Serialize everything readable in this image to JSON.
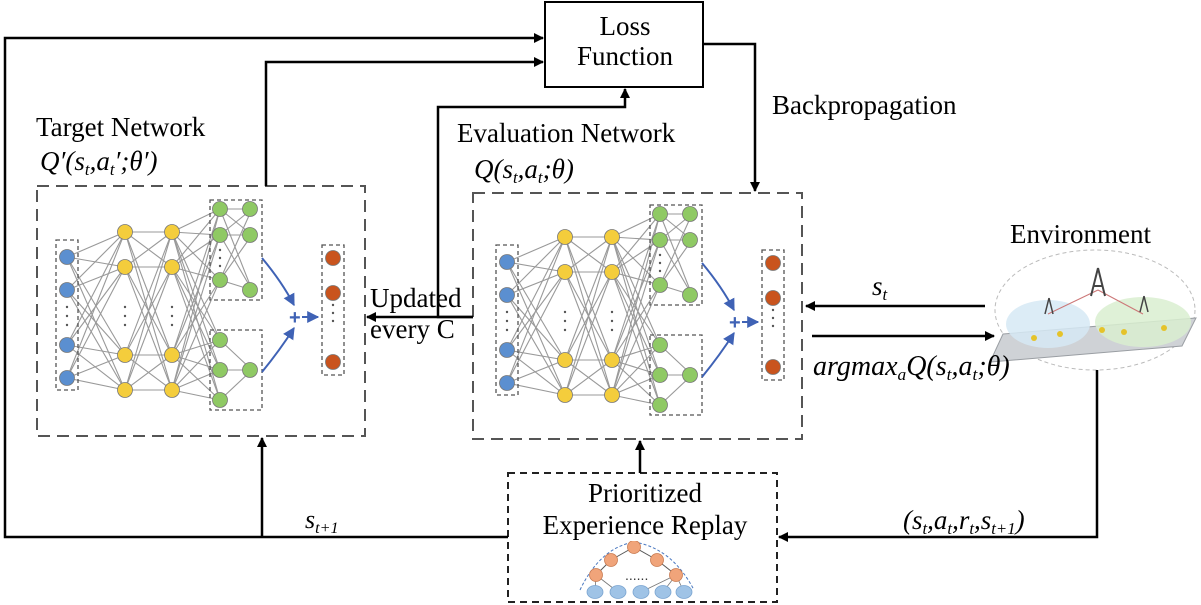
{
  "loss": {
    "line1": "Loss",
    "line2": "Function"
  },
  "backprop": "Backpropagation",
  "target": {
    "title": "Target Network",
    "formula": {
      "q": "Q′(",
      "s": "s",
      "s_sub": "t",
      "sep1": ",",
      "a": "a",
      "a_sub": "t",
      "a_prime": "′",
      "theta": ";θ′)"
    }
  },
  "evaluation": {
    "title": "Evaluation Network",
    "formula": {
      "q": "Q(",
      "s": "s",
      "s_sub": "t",
      "sep1": ",",
      "a": "a",
      "a_sub": "t",
      "theta": ";θ)"
    }
  },
  "environment": {
    "title": "Environment"
  },
  "updated": {
    "line1": "Updated",
    "line2": "every C"
  },
  "state_arrow": {
    "s": "s",
    "sub": "t"
  },
  "action_arrow": {
    "pre": "argmax",
    "sub": "a",
    "q": "Q(",
    "s": "s",
    "s_sub": "t",
    "sep": ",",
    "a": "a",
    "a_sub": "t",
    "theta": ";θ)"
  },
  "next_state": {
    "s": "s",
    "sub": "t+1"
  },
  "transition": {
    "open": "(",
    "s": "s",
    "s_sub": "t",
    "c1": ",",
    "a": "a",
    "a_sub": "t",
    "c2": ",",
    "r": "r",
    "r_sub": "t",
    "c3": ",",
    "s2": "s",
    "s2_sub": "t+1",
    "close": ")"
  },
  "replay": {
    "line1": "Prioritized",
    "line2": "Experience Replay",
    "dots": "......"
  },
  "colors": {
    "input_node": "#5b8fd0",
    "hidden_node": "#f4cd3c",
    "branch_node": "#8fc964",
    "output_node": "#c9541e",
    "edge": "#999999",
    "merge_arrow": "#3f62b5",
    "dashed_box": "#555555",
    "replay_node": "#f0a47a",
    "replay_leaf": "#9fc3e6"
  }
}
